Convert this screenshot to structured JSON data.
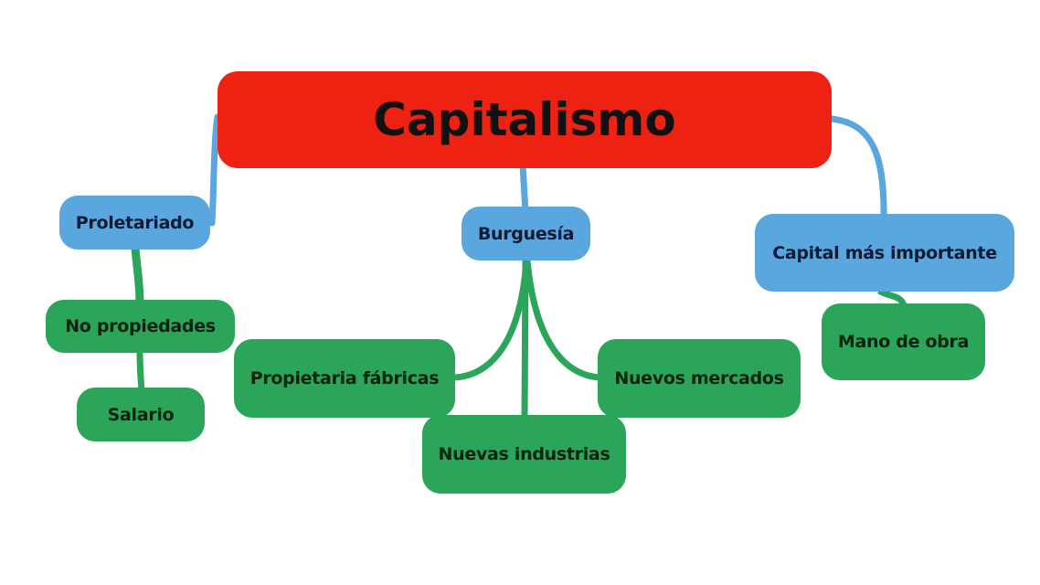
{
  "diagram": {
    "type": "mind-map",
    "colors": {
      "root": "#ee2212",
      "level1": "#5aa6df",
      "level2": "#2aa55a",
      "link_blue": "#5aa6df",
      "link_green": "#2aa55a",
      "background": "#ffffff"
    },
    "root": {
      "label": "Capitalismo"
    },
    "branches": [
      {
        "label": "Proletariado",
        "children": [
          {
            "label": "No propiedades",
            "children": [
              {
                "label": "Salario"
              }
            ]
          }
        ]
      },
      {
        "label": "Burguesía",
        "children": [
          {
            "label": "Propietaria fábricas"
          },
          {
            "label": "Nuevas industrias"
          },
          {
            "label": "Nuevos mercados"
          }
        ]
      },
      {
        "label": "Capital más importante",
        "children": [
          {
            "label": "Mano de obra"
          }
        ]
      }
    ]
  }
}
